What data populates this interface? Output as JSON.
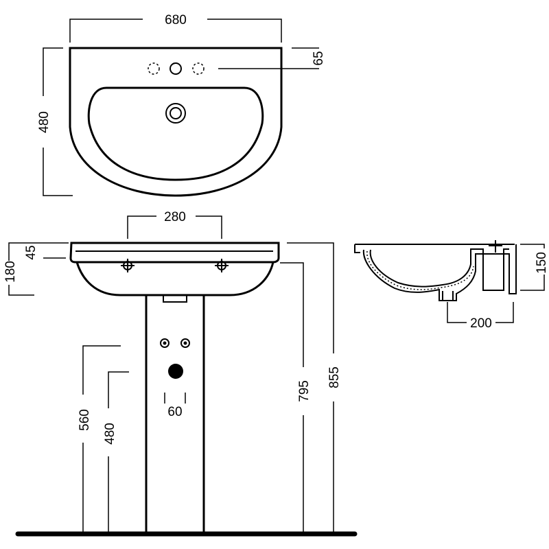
{
  "dimensions": {
    "top_width": "680",
    "top_tap_offset": "65",
    "top_depth": "480",
    "front_tap_spacing": "280",
    "front_rim": "45",
    "front_bowl_height": "180",
    "front_inlet_spacing": "60",
    "front_outlet_height": "560",
    "front_inlet_height": "480",
    "front_basin_bottom_height": "795",
    "front_overall_height": "855",
    "side_height": "150",
    "side_waste_offset": "200"
  }
}
